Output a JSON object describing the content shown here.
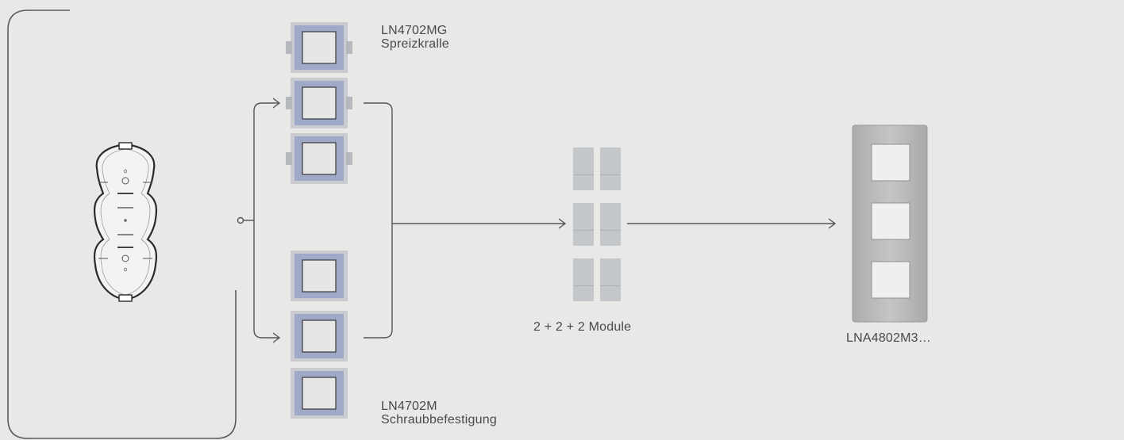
{
  "colors": {
    "background": "#e8e8e7",
    "line": "#555555",
    "frame_blue": "#8f9fc6",
    "frame_grey": "#c9cbd0",
    "module_grey": "#c4c7ca",
    "cover_plate": "#b7b8ba"
  },
  "products": {
    "box": {
      "icon": "flush-box-triple-icon"
    },
    "spreizkralle": {
      "code": "LN4702MG",
      "name": "Spreizkralle",
      "count": 3,
      "icon": "mounting-frame-claw-icon"
    },
    "schraub": {
      "code": "LN4702M",
      "name": "Schraubbefestigung",
      "count": 3,
      "icon": "mounting-frame-screw-icon"
    },
    "modules": {
      "label": "2 + 2 + 2 Module",
      "rows": 3,
      "per_row": 2,
      "icon": "module-pair-icon"
    },
    "cover": {
      "code": "LNA4802M3…",
      "slots": 3,
      "icon": "cover-plate-triple-icon"
    }
  }
}
